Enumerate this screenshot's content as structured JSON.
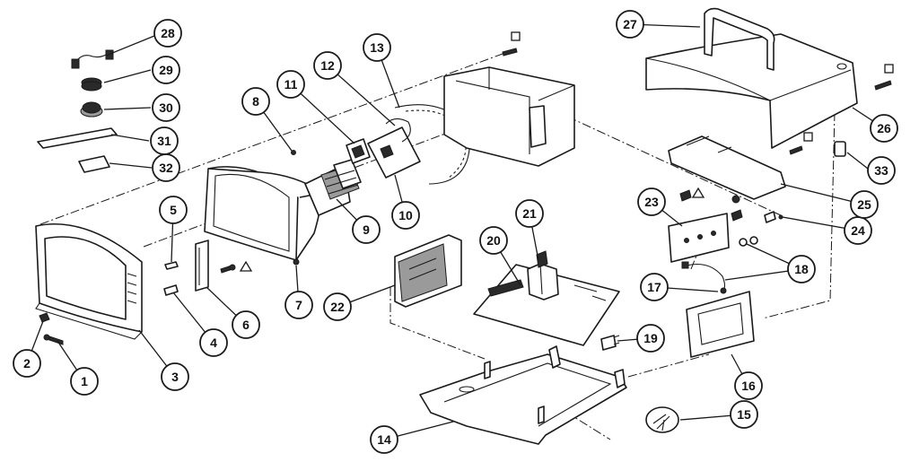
{
  "callouts": [
    {
      "id": "1",
      "label": "1"
    },
    {
      "id": "2",
      "label": "2"
    },
    {
      "id": "3",
      "label": "3"
    },
    {
      "id": "4",
      "label": "4"
    },
    {
      "id": "5",
      "label": "5"
    },
    {
      "id": "6",
      "label": "6"
    },
    {
      "id": "7",
      "label": "7"
    },
    {
      "id": "8",
      "label": "8"
    },
    {
      "id": "9",
      "label": "9"
    },
    {
      "id": "10",
      "label": "10"
    },
    {
      "id": "11",
      "label": "11"
    },
    {
      "id": "12",
      "label": "12"
    },
    {
      "id": "13",
      "label": "13"
    },
    {
      "id": "14",
      "label": "14"
    },
    {
      "id": "15",
      "label": "15"
    },
    {
      "id": "16",
      "label": "16"
    },
    {
      "id": "17",
      "label": "17"
    },
    {
      "id": "18",
      "label": "18"
    },
    {
      "id": "19",
      "label": "19"
    },
    {
      "id": "20",
      "label": "20"
    },
    {
      "id": "21",
      "label": "21"
    },
    {
      "id": "22",
      "label": "22"
    },
    {
      "id": "23",
      "label": "23"
    },
    {
      "id": "24",
      "label": "24"
    },
    {
      "id": "25",
      "label": "25"
    },
    {
      "id": "26",
      "label": "26"
    },
    {
      "id": "27",
      "label": "27"
    },
    {
      "id": "28",
      "label": "28"
    },
    {
      "id": "29",
      "label": "29"
    },
    {
      "id": "30",
      "label": "30"
    },
    {
      "id": "31",
      "label": "31"
    },
    {
      "id": "32",
      "label": "32"
    },
    {
      "id": "33",
      "label": "33"
    }
  ],
  "symbols": {
    "square": "square-symbol",
    "triangle": "triangle-symbol"
  }
}
